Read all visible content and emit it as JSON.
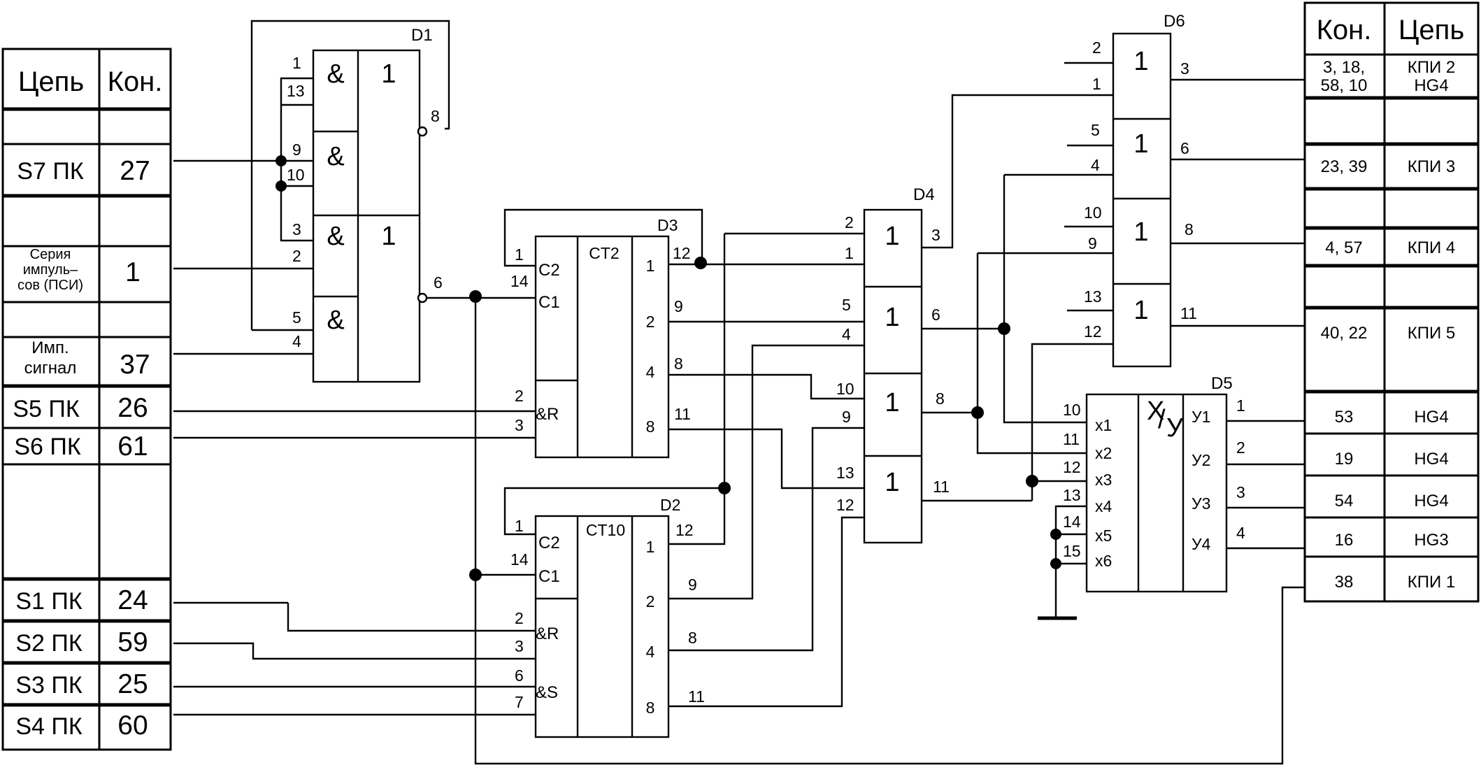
{
  "left_table": {
    "header": {
      "circuit": "Цепь",
      "contact": "Кон."
    },
    "rows": [
      {
        "circuit": "S7 ПК",
        "contact": "27"
      },
      {
        "circuit_lines": [
          "Серия",
          "импуль–",
          "сов (ПСИ)"
        ],
        "contact": "1"
      },
      {
        "circuit_lines": [
          "Имп.",
          "сигнал"
        ],
        "contact": "37"
      },
      {
        "circuit": "S5 ПК",
        "contact": "26"
      },
      {
        "circuit": "S6 ПК",
        "contact": "61"
      },
      {
        "circuit": "S1 ПК",
        "contact": "24"
      },
      {
        "circuit": "S2 ПК",
        "contact": "59"
      },
      {
        "circuit": "S3 ПК",
        "contact": "25"
      },
      {
        "circuit": "S4 ПК",
        "contact": "60"
      }
    ]
  },
  "right_table": {
    "header": {
      "contact": "Кон.",
      "circuit": "Цепь"
    },
    "rows": [
      {
        "contact_lines": [
          "3, 18,",
          "58, 10"
        ],
        "circuit_lines": [
          "КПИ 2",
          "HG4"
        ]
      },
      {
        "contact": "23, 39",
        "circuit": "КПИ 3"
      },
      {
        "contact": "4, 57",
        "circuit": "КПИ 4"
      },
      {
        "contact": "40, 22",
        "circuit": "КПИ 5"
      },
      {
        "contact": "53",
        "circuit": "HG4"
      },
      {
        "contact": "19",
        "circuit": "HG4"
      },
      {
        "contact": "54",
        "circuit": "HG4"
      },
      {
        "contact": "16",
        "circuit": "HG3"
      },
      {
        "contact": "38",
        "circuit": "КПИ 1"
      }
    ]
  },
  "chips": {
    "D1": {
      "label": "D1",
      "and_symbol": "&",
      "or_symbol": "1",
      "pins": [
        "1",
        "13",
        "9",
        "10",
        "3",
        "2",
        "5",
        "4",
        "8",
        "6"
      ]
    },
    "D3": {
      "label": "D3",
      "type": "CT2",
      "inputs": [
        "C2",
        "C1",
        "&R"
      ],
      "outputs": [
        "1",
        "2",
        "4",
        "8"
      ],
      "pins": [
        "1",
        "14",
        "2",
        "3",
        "12",
        "9",
        "8",
        "11"
      ]
    },
    "D2": {
      "label": "D2",
      "type": "CT10",
      "inputs": [
        "C2",
        "C1",
        "&R",
        "&S"
      ],
      "outputs": [
        "1",
        "2",
        "4",
        "8"
      ],
      "pins": [
        "1",
        "14",
        "2",
        "3",
        "6",
        "7",
        "12",
        "9",
        "8",
        "11"
      ]
    },
    "D4": {
      "label": "D4",
      "gate_symbol": "1",
      "pins": [
        "2",
        "1",
        "3",
        "5",
        "4",
        "6",
        "10",
        "9",
        "8",
        "13",
        "12",
        "11"
      ]
    },
    "D6": {
      "label": "D6",
      "gate_symbol": "1",
      "pins": [
        "2",
        "1",
        "3",
        "5",
        "4",
        "6",
        "10",
        "9",
        "8",
        "13",
        "12",
        "11"
      ]
    },
    "D5": {
      "label": "D5",
      "type_symbols": [
        "X",
        "/",
        "У"
      ],
      "inputs": [
        "x1",
        "x2",
        "x3",
        "x4",
        "x5",
        "x6"
      ],
      "outputs": [
        "У1",
        "У2",
        "У3",
        "У4"
      ],
      "in_pins": [
        "10",
        "11",
        "12",
        "13",
        "14",
        "15"
      ],
      "out_pins": [
        "1",
        "2",
        "3",
        "4"
      ]
    }
  }
}
